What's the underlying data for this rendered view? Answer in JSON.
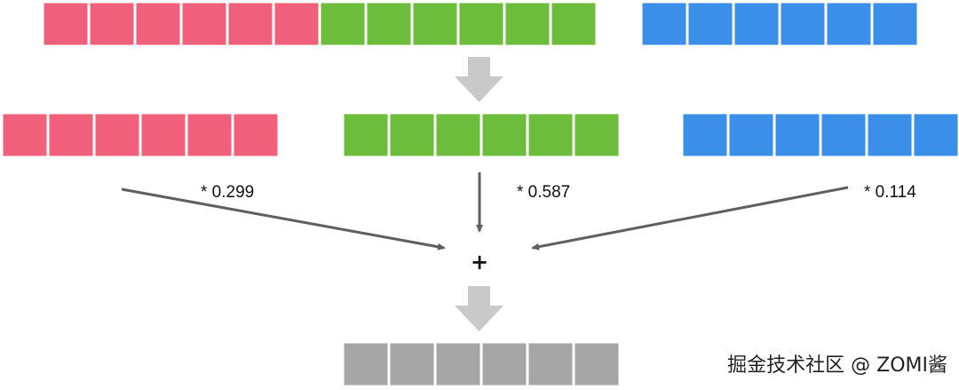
{
  "colors": {
    "red": "#F0607A",
    "green": "#6BBD3B",
    "blue": "#3B8FE9",
    "gray": "#A6A6A6",
    "arrow_gray": "#C9C9C9",
    "arrow_dark": "#5F5F5F"
  },
  "diagram": {
    "cells_per_channel": 6,
    "channels": [
      {
        "name": "red",
        "weight_label": "* 0.299"
      },
      {
        "name": "green",
        "weight_label": "* 0.587"
      },
      {
        "name": "blue",
        "weight_label": "* 0.114"
      }
    ],
    "operator": "+",
    "output_cells": 6
  },
  "watermark": "掘金技术社区 @ ZOMI酱"
}
